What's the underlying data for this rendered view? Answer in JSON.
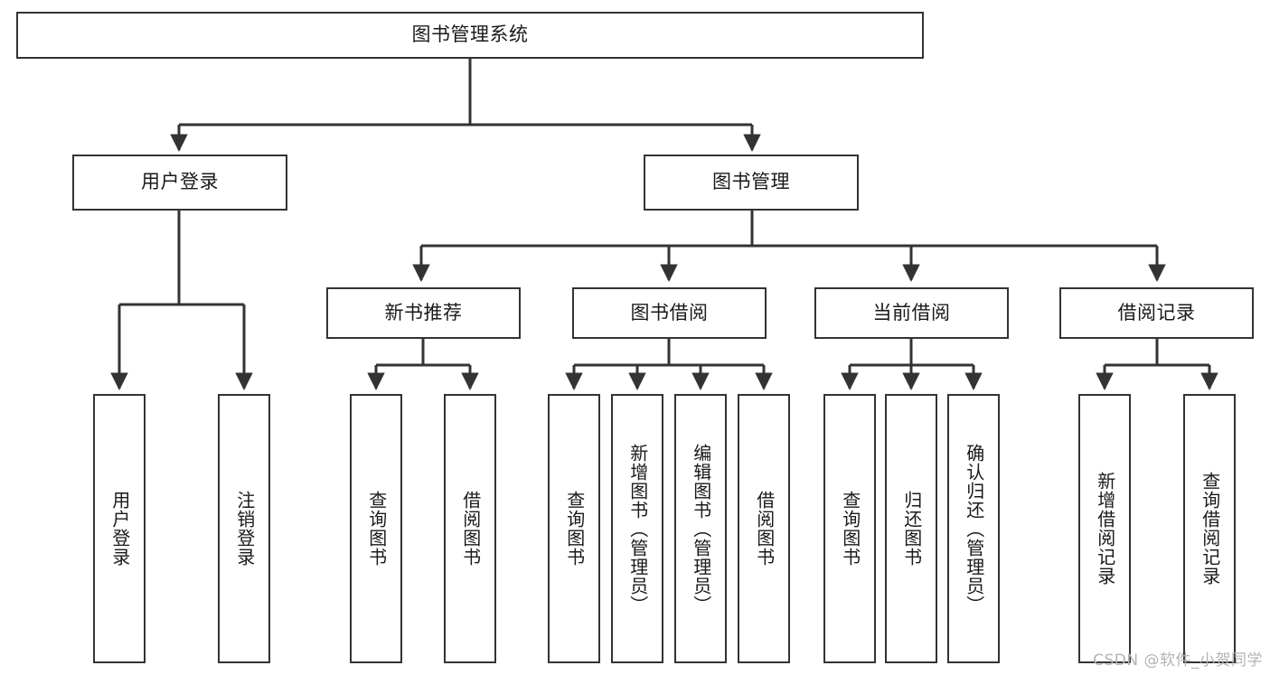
{
  "diagram": {
    "type": "tree-hierarchy",
    "title": "图书管理系统",
    "watermark": "CSDN @软件_小贺同学",
    "colors": {
      "box_border": "#333333",
      "box_fill": "#ffffff",
      "edge": "#333333",
      "text": "#1a1a1a",
      "watermark": "#b3b3b3",
      "background": "#ffffff"
    },
    "levels": [
      {
        "level": 0,
        "nodes": [
          {
            "id": "root",
            "label": "图书管理系统",
            "orientation": "horizontal"
          }
        ]
      },
      {
        "level": 1,
        "nodes": [
          {
            "id": "login",
            "label": "用户登录",
            "orientation": "horizontal",
            "parent": "root"
          },
          {
            "id": "bookmgmt",
            "label": "图书管理",
            "orientation": "horizontal",
            "parent": "root"
          }
        ]
      },
      {
        "level": 2,
        "nodes": [
          {
            "id": "newbook",
            "label": "新书推荐",
            "orientation": "horizontal",
            "parent": "bookmgmt"
          },
          {
            "id": "borrow",
            "label": "图书借阅",
            "orientation": "horizontal",
            "parent": "bookmgmt"
          },
          {
            "id": "current",
            "label": "当前借阅",
            "orientation": "horizontal",
            "parent": "bookmgmt"
          },
          {
            "id": "records",
            "label": "借阅记录",
            "orientation": "horizontal",
            "parent": "bookmgmt"
          }
        ]
      },
      {
        "level": 3,
        "nodes": [
          {
            "id": "leaf-1",
            "label": "用户登录",
            "orientation": "vertical",
            "parent": "login"
          },
          {
            "id": "leaf-2",
            "label": "注销登录",
            "orientation": "vertical",
            "parent": "login"
          },
          {
            "id": "leaf-3",
            "label": "查询图书",
            "orientation": "vertical",
            "parent": "newbook"
          },
          {
            "id": "leaf-4",
            "label": "借阅图书",
            "orientation": "vertical",
            "parent": "newbook"
          },
          {
            "id": "leaf-5",
            "label": "查询图书",
            "orientation": "vertical",
            "parent": "borrow"
          },
          {
            "id": "leaf-6",
            "label": "新增图书（管理员）",
            "orientation": "vertical",
            "parent": "borrow"
          },
          {
            "id": "leaf-7",
            "label": "编辑图书（管理员）",
            "orientation": "vertical",
            "parent": "borrow"
          },
          {
            "id": "leaf-8",
            "label": "借阅图书",
            "orientation": "vertical",
            "parent": "borrow"
          },
          {
            "id": "leaf-9",
            "label": "查询图书",
            "orientation": "vertical",
            "parent": "current"
          },
          {
            "id": "leaf-10",
            "label": "归还图书",
            "orientation": "vertical",
            "parent": "current"
          },
          {
            "id": "leaf-11",
            "label": "确认归还（管理员）",
            "orientation": "vertical",
            "parent": "current"
          },
          {
            "id": "leaf-12",
            "label": "新增借阅记录",
            "orientation": "vertical",
            "parent": "records"
          },
          {
            "id": "leaf-13",
            "label": "查询借阅记录",
            "orientation": "vertical",
            "parent": "records"
          }
        ]
      }
    ]
  }
}
